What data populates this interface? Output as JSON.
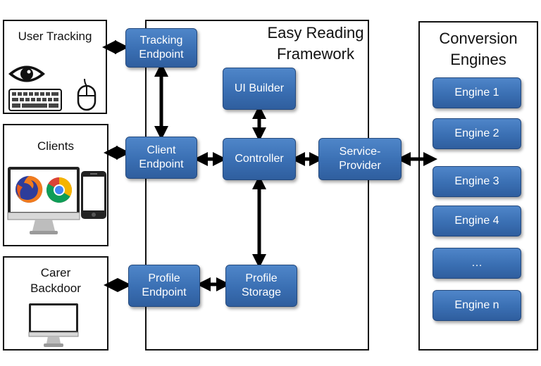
{
  "colors": {
    "box_fill": "#3a6fb3",
    "box_border": "#24497d",
    "box_text": "#ffffff",
    "arrow": "#000000"
  },
  "left_panels": {
    "user_tracking": {
      "title": "User Tracking",
      "icons": [
        "eye-icon",
        "keyboard-icon",
        "mouse-icon"
      ]
    },
    "clients": {
      "title": "Clients",
      "icons": [
        "monitor-icon",
        "firefox-icon",
        "chrome-icon",
        "smartphone-icon"
      ]
    },
    "carer_backdoor": {
      "title_line1": "Carer",
      "title_line2": "Backdoor",
      "icons": [
        "monitor-icon"
      ]
    }
  },
  "framework": {
    "title_line1": "Easy Reading",
    "title_line2": "Framework",
    "tracking_endpoint": {
      "line1": "Tracking",
      "line2": "Endpoint"
    },
    "client_endpoint": {
      "line1": "Client",
      "line2": "Endpoint"
    },
    "profile_endpoint": {
      "line1": "Profile",
      "line2": "Endpoint"
    },
    "ui_builder": "UI Builder",
    "controller": "Controller",
    "profile_storage": {
      "line1": "Profile",
      "line2": "Storage"
    },
    "service_provider": {
      "line1": "Service-",
      "line2": "Provider"
    }
  },
  "conversion_engines": {
    "title_line1": "Conversion",
    "title_line2": "Engines",
    "engines": [
      "Engine 1",
      "Engine 2",
      "Engine 3",
      "Engine 4",
      "…",
      "Engine n"
    ]
  }
}
